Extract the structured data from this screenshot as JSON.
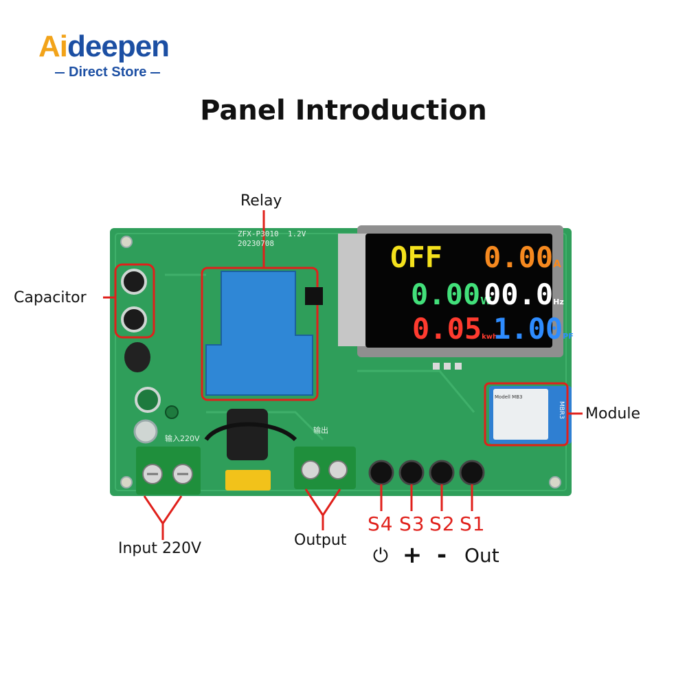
{
  "brand": {
    "name_first": "Ai",
    "name_rest": "deepen",
    "tagline": "Direct Store"
  },
  "title": "Panel Introduction",
  "board": {
    "model": "ZFX-P3010",
    "version": "1.2V",
    "date": "20230708",
    "module_label": "Modell MB3",
    "module_side": "MBR3",
    "input_silk": "输入220V",
    "output_silk": "输出"
  },
  "display": {
    "status": "OFF",
    "current": "0.00",
    "current_unit": "A",
    "power": "0.00",
    "power_unit": "W",
    "frequency": "00.0",
    "frequency_unit": "Hz",
    "energy": "0.05",
    "energy_unit": "kwh",
    "pf": "1.00",
    "pf_unit": "PF",
    "colors": {
      "status": "#f4e11c",
      "current": "#f6891f",
      "power": "#42e07a",
      "frequency": "#ffffff",
      "energy": "#ff3b2f",
      "pf": "#2e8cff"
    }
  },
  "callouts": {
    "relay": "Relay",
    "capacitor": "Capacitor",
    "module": "Module",
    "input": "Input 220V",
    "output": "Output"
  },
  "buttons": [
    {
      "key": "S4",
      "function": "⏻"
    },
    {
      "key": "S3",
      "function": "+"
    },
    {
      "key": "S2",
      "function": "-"
    },
    {
      "key": "S1",
      "function": "Out"
    }
  ],
  "colors": {
    "pcb": "#2f9e5a",
    "highlight": "#e0201b",
    "relay": "#2f87d6"
  }
}
